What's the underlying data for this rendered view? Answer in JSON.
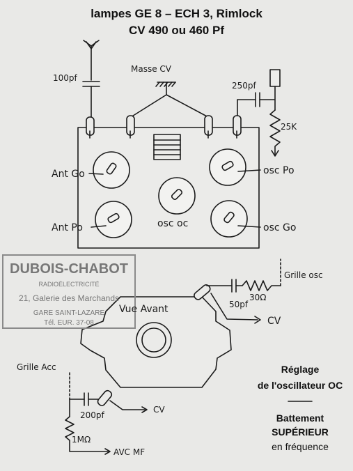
{
  "title": {
    "line1": "lampes GE 8 – ECH 3, Rimlock",
    "line2": "CV 490 ou 460 Pf"
  },
  "top_view": {
    "cap_100pf": "100pf",
    "masse_cv": "Masse  CV",
    "cap_250pf": "250pf",
    "res_25k": "25K",
    "ant_go": "Ant Go",
    "osc_po": "osc Po",
    "osc_oc": "osc oc",
    "ant_po": "Ant Po",
    "osc_go": "osc Go"
  },
  "stamp": {
    "name": "DUBOIS-CHABOT",
    "line2": "RADIOÉLECTRICITÉ",
    "line3": "21, Galerie des Marchands",
    "line4": "GARE SAINT-LAZARE",
    "line5": "Tél. EUR. 37-08"
  },
  "front_view": {
    "title": "Vue Avant",
    "grille_osc": "Grille osc",
    "res_30": "30Ω",
    "cap_50pf": "50pf",
    "cv_right": "CV",
    "grille_acc": "Grille Acc",
    "cap_200pf": "200pf",
    "cv_bottom": "CV",
    "res_1m": "1MΩ",
    "avc_mf": "AVC MF"
  },
  "notes": {
    "reglage": "Réglage",
    "oscillateur": "de l'oscillateur OC",
    "battement": "Battement",
    "superieur": "SUPÉRIEUR",
    "frequence": "en fréquence"
  }
}
